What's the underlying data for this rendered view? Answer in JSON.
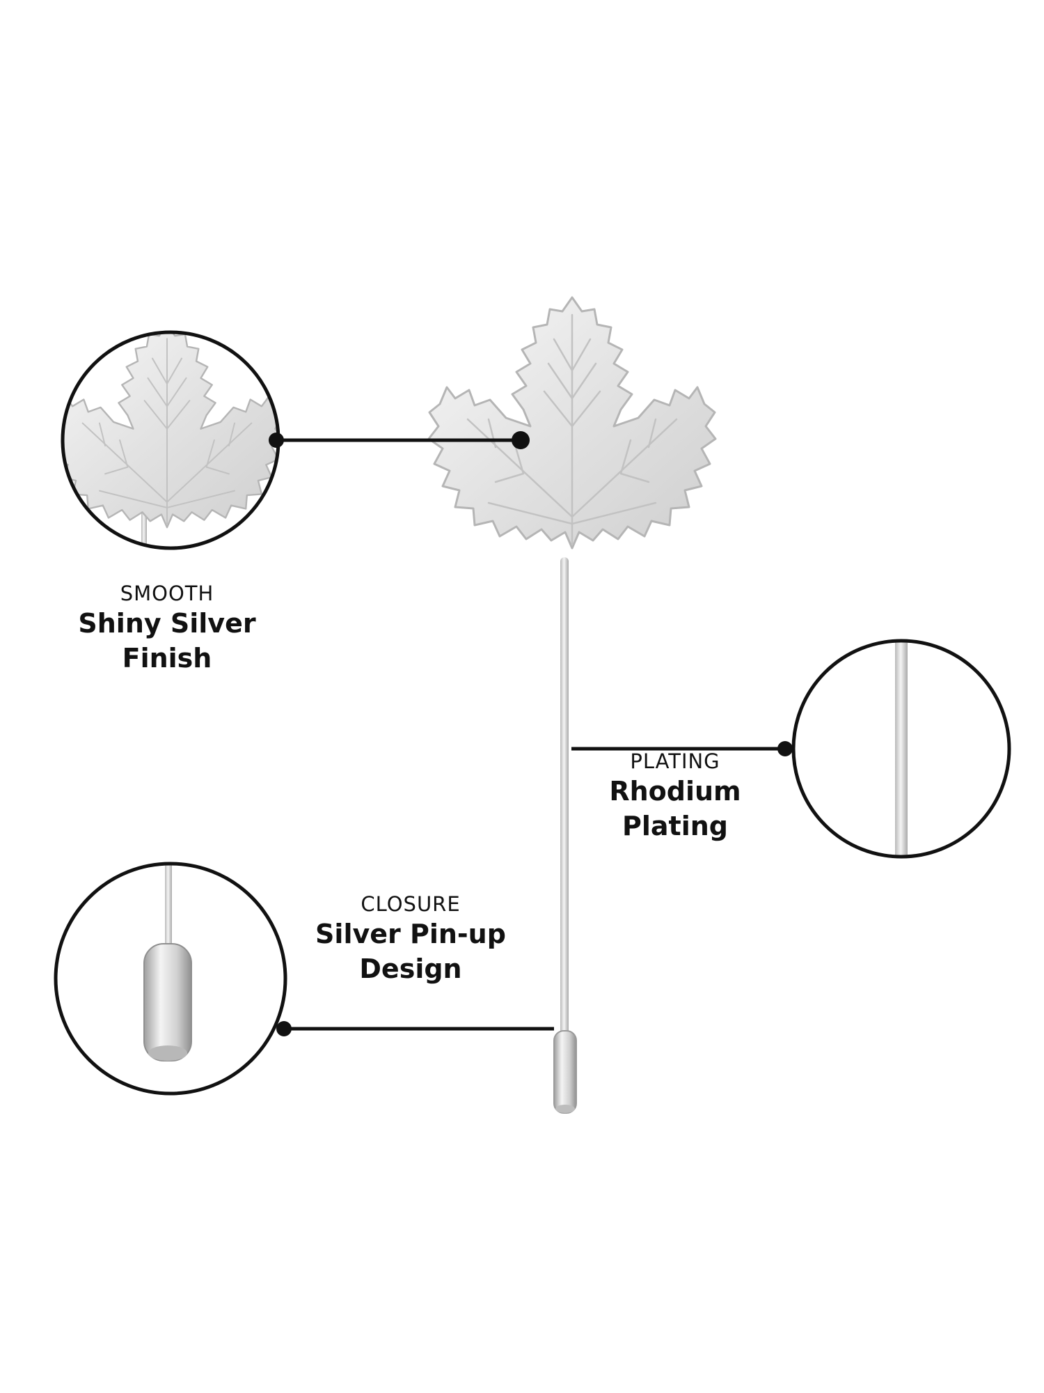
{
  "features": [
    {
      "id": "finish",
      "kicker": "SMOOTH",
      "headline": "Shiny Silver\nFinish",
      "icon": "leaf-closeup"
    },
    {
      "id": "plating",
      "kicker": "PLATING",
      "headline": "Rhodium\nPlating",
      "icon": "pin-shaft-closeup"
    },
    {
      "id": "closure",
      "kicker": "CLOSURE",
      "headline": "Silver Pin-up\nDesign",
      "icon": "pin-cap-closeup"
    }
  ],
  "colors": {
    "background": "#ffffff",
    "ink": "#111111",
    "silver_light": "#f2f2f2",
    "silver_mid": "#d4d4d4",
    "silver_dark": "#a8a8a8"
  }
}
